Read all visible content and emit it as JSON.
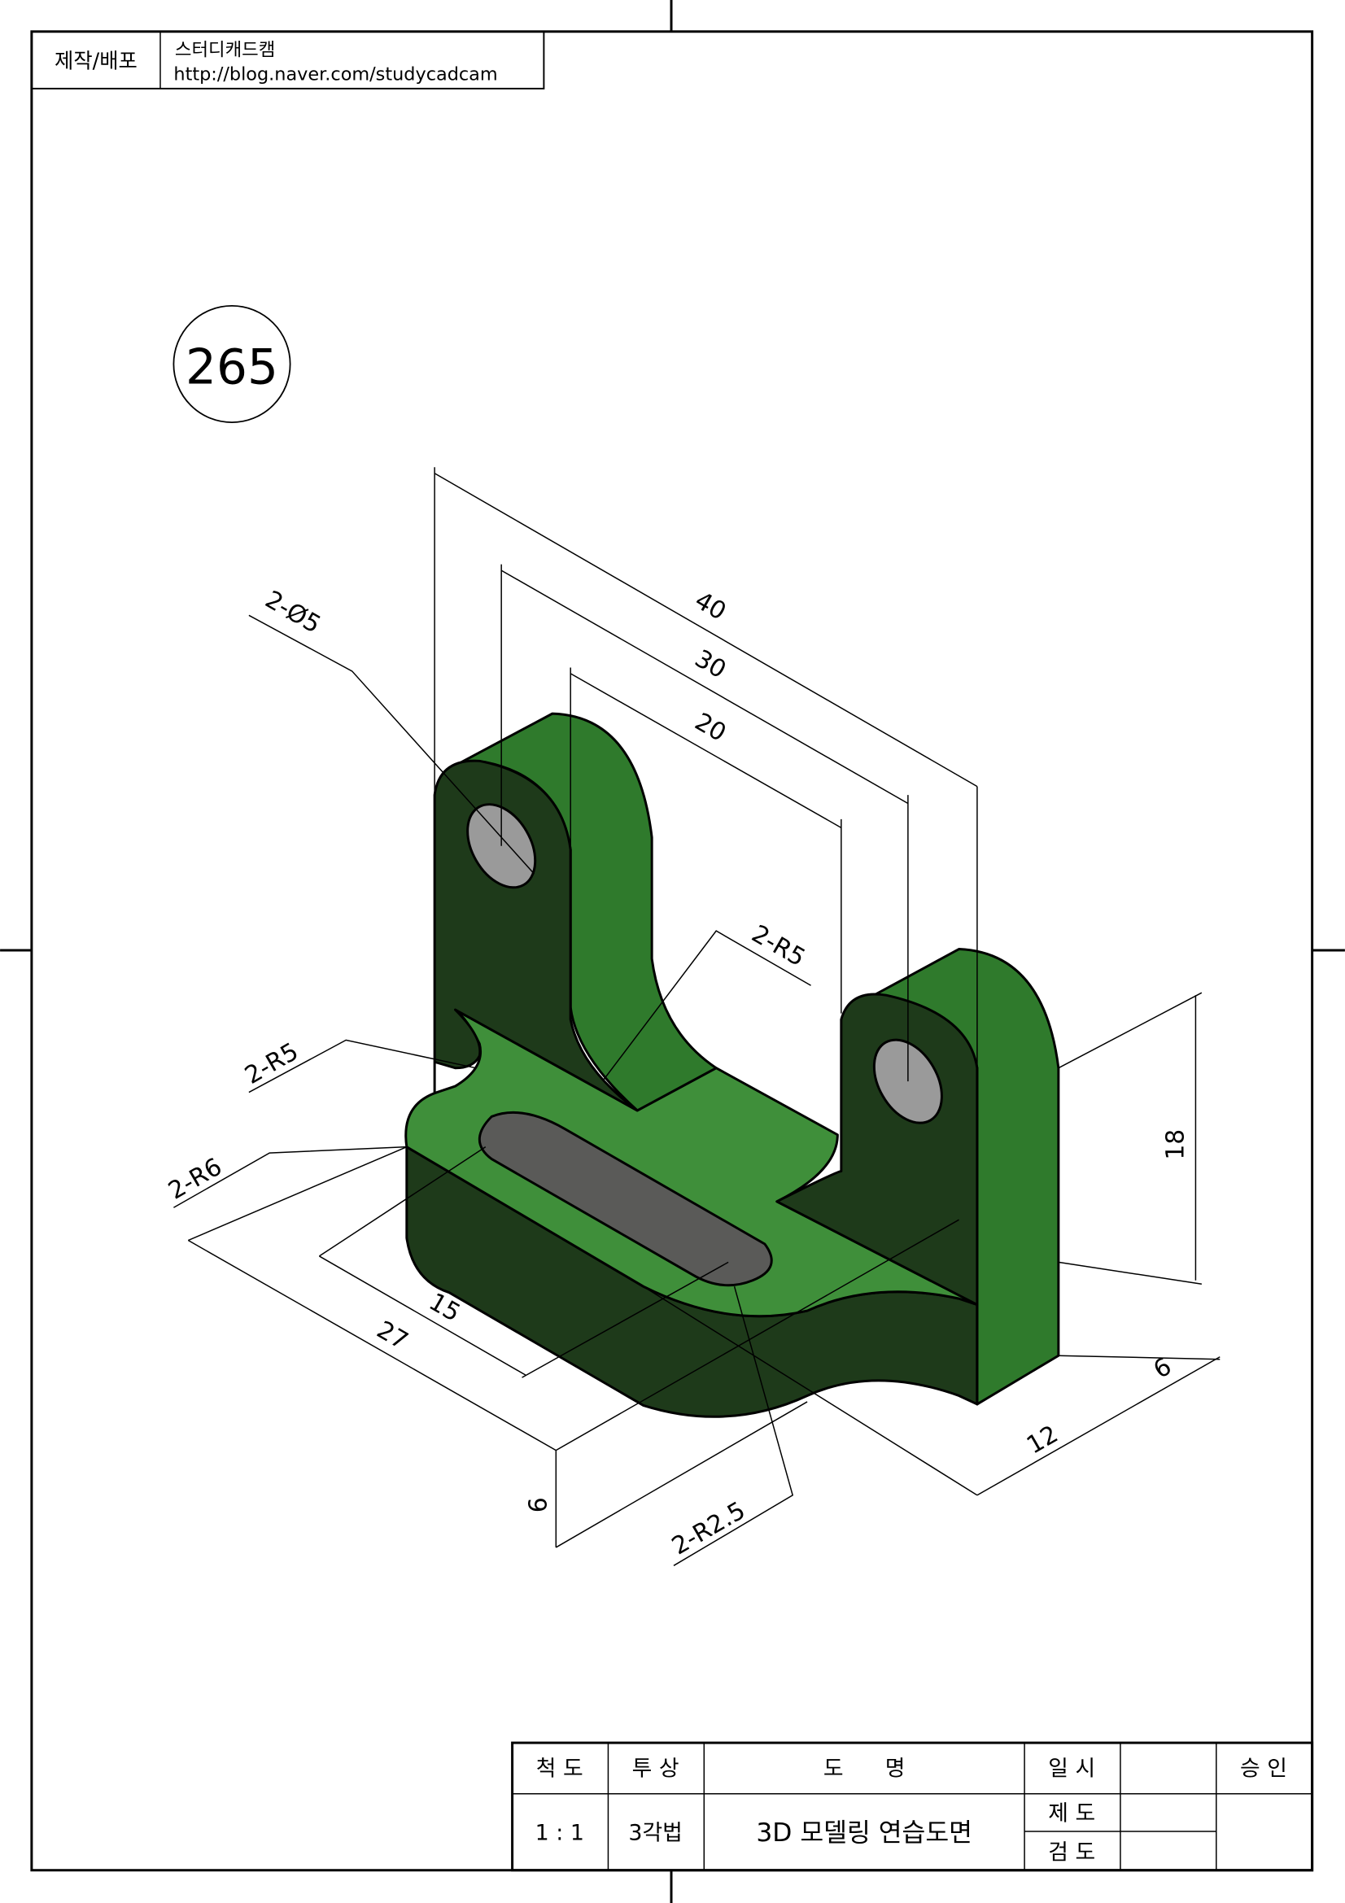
{
  "header": {
    "label": "제작/배포",
    "author": "스터디캐드캠",
    "url": "http://blog.naver.com/studycadcam"
  },
  "drawing_number": "265",
  "dimensions": {
    "d40": "40",
    "d30": "30",
    "d20": "20",
    "hole": "2-Ø5",
    "r5_upper": "2-R5",
    "r5_left": "2-R5",
    "r6": "2-R6",
    "d15": "15",
    "d27": "27",
    "d6_left": "6",
    "r2_5": "2-R2.5",
    "d12": "12",
    "d6_right": "6",
    "d18": "18"
  },
  "colors": {
    "front_face": "#1e3a1a",
    "side_face": "#2f7a2c",
    "top_face": "#3f8f3a",
    "hole": "#8a8a8a"
  },
  "title_block": {
    "scale_label": "척 도",
    "projection_label": "투 상",
    "name_label": "도      명",
    "date_label": "일 시",
    "approval_label": "승 인",
    "scale_value": "1 : 1",
    "projection_value": "3각법",
    "name_value": "3D 모델링 연습도면",
    "drawn_label": "제 도",
    "checked_label": "검 도"
  }
}
